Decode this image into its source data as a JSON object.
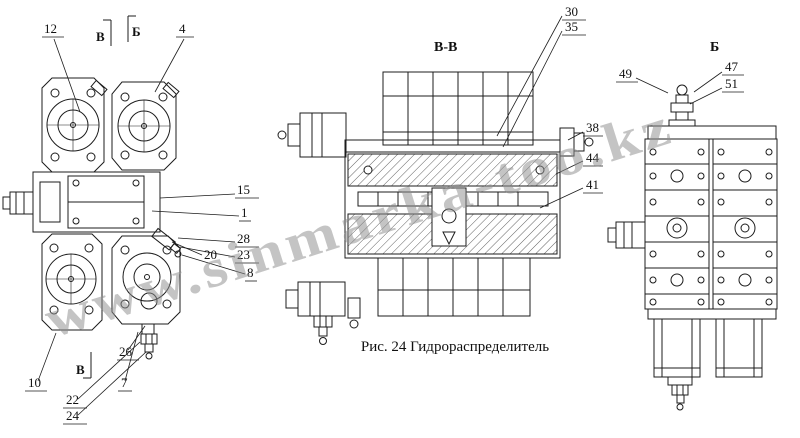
{
  "figure": {
    "caption": "Рис. 24 Гидрораспределитель",
    "watermark": "www.sinmarka-too.kz"
  },
  "view_labels": {
    "section_arrow_v_top": "В",
    "section_arrow_b_top": "Б",
    "section_arrow_v_bottom": "В",
    "middle_section_view": "В-В",
    "right_side_view": "Б"
  },
  "callouts": {
    "left": {
      "n12": "12",
      "n4": "4",
      "n15": "15",
      "n1": "1",
      "n28": "28",
      "n23": "23",
      "n20": "20",
      "n8": "8",
      "n26": "26",
      "n10": "10",
      "n7": "7",
      "n22": "22",
      "n24": "24"
    },
    "middle": {
      "n30": "30",
      "n35": "35",
      "n38": "38",
      "n44": "44",
      "n41": "41"
    },
    "right": {
      "n49": "49",
      "n47": "47",
      "n51": "51"
    }
  }
}
